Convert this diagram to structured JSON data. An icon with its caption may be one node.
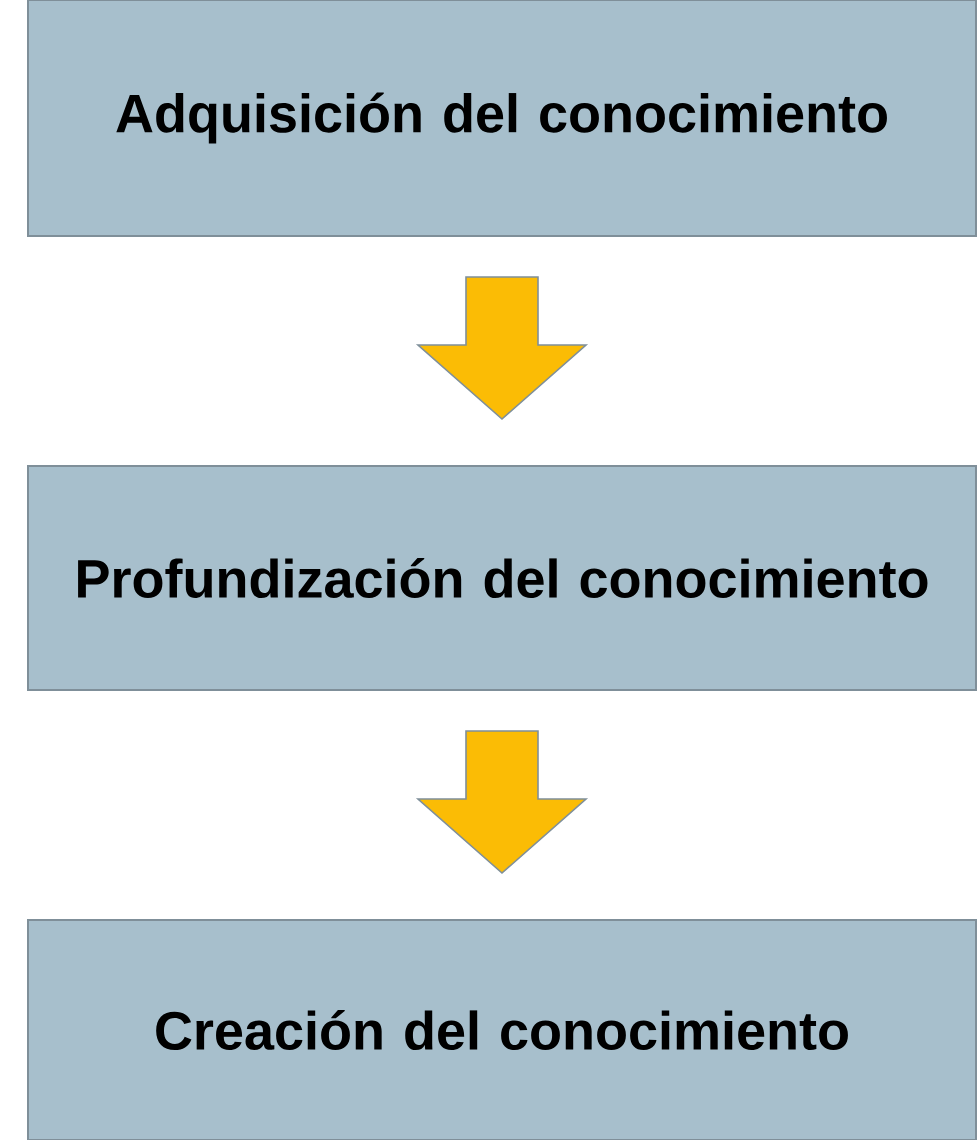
{
  "diagram": {
    "nodes": [
      {
        "text": [
          "Adquisición del conocimiento"
        ]
      },
      {
        "text": [
          "Profundización del conocimiento"
        ]
      },
      {
        "text": [
          "Creación del conocimiento"
        ]
      }
    ],
    "edges": [
      {
        "from": 0,
        "to": 1,
        "arrow": "to"
      },
      {
        "from": 1,
        "to": 2,
        "arrow": "to"
      }
    ]
  }
}
